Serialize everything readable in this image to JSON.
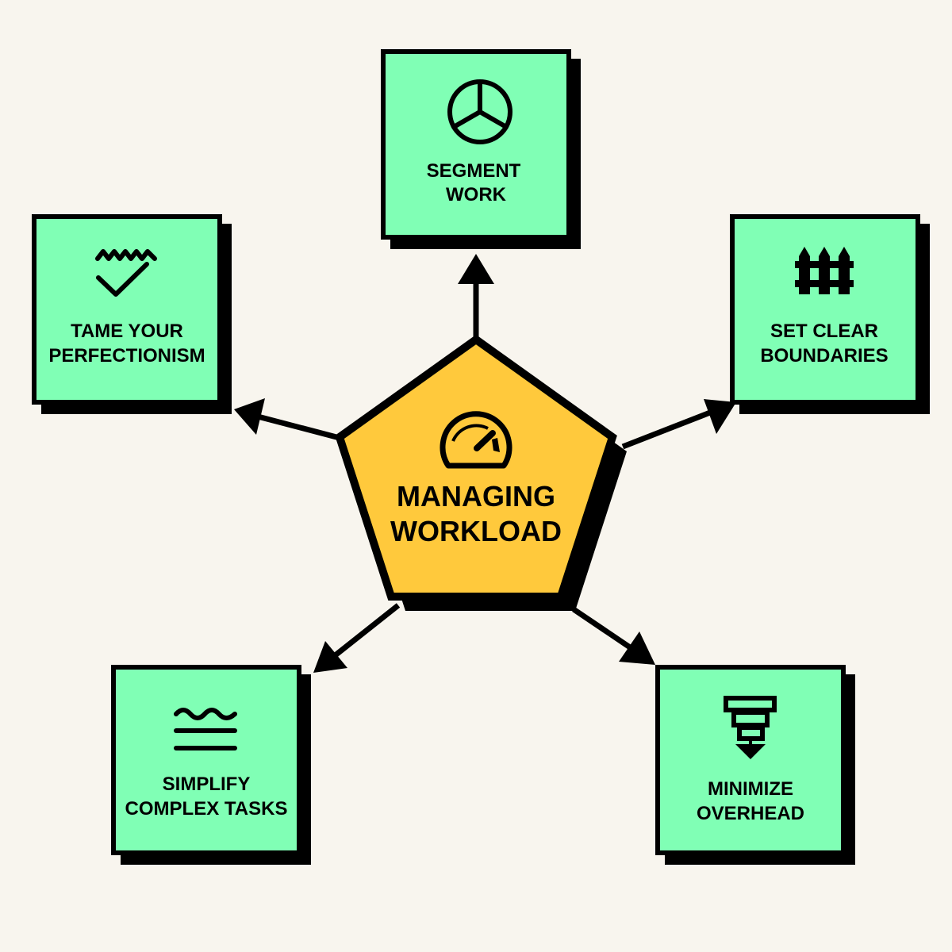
{
  "center": {
    "line1": "MANAGING",
    "line2": "WORKLOAD",
    "icon": "speedometer-icon"
  },
  "nodes": [
    {
      "id": "segment-work",
      "line1": "SEGMENT",
      "line2": "WORK",
      "icon": "pie-chart-icon"
    },
    {
      "id": "set-clear-boundaries",
      "line1": "SET CLEAR",
      "line2": "BOUNDARIES",
      "icon": "fence-icon"
    },
    {
      "id": "minimize-overhead",
      "line1": "MINIMIZE",
      "line2": "OVERHEAD",
      "icon": "funnel-icon"
    },
    {
      "id": "simplify-complex-tasks",
      "line1": "SIMPLIFY",
      "line2": "COMPLEX TASKS",
      "icon": "wavy-lines-icon"
    },
    {
      "id": "tame-your-perfectionism",
      "line1": "TAME YOUR",
      "line2": "PERFECTIONISM",
      "icon": "zigzag-check-icon"
    }
  ],
  "colors": {
    "background": "#F8F5EE",
    "node": "#80FFB5",
    "center": "#FFC93C",
    "ink": "#000000"
  }
}
